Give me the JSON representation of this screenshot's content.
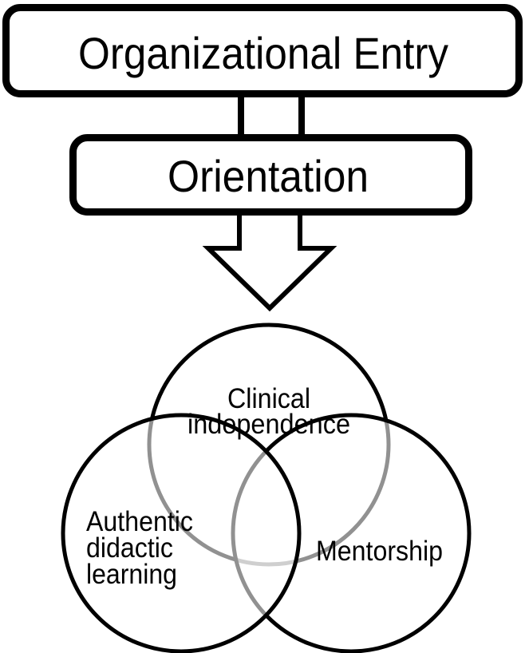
{
  "flow": {
    "box1_label": "Organizational Entry",
    "box2_label": "Orientation"
  },
  "venn": {
    "top_circle": {
      "name": "clinical-independence",
      "lines": [
        "Clinical",
        "independence"
      ]
    },
    "left_circle": {
      "name": "authentic-didactic-learning",
      "lines": [
        "Authentic",
        "didactic",
        "learning"
      ]
    },
    "right_circle": {
      "name": "mentorship",
      "lines": [
        "Mentorship"
      ]
    }
  },
  "colors": {
    "line": "#000000",
    "overlap_arc_gray": "#919191",
    "text": "#000000",
    "background": "#ffffff"
  }
}
